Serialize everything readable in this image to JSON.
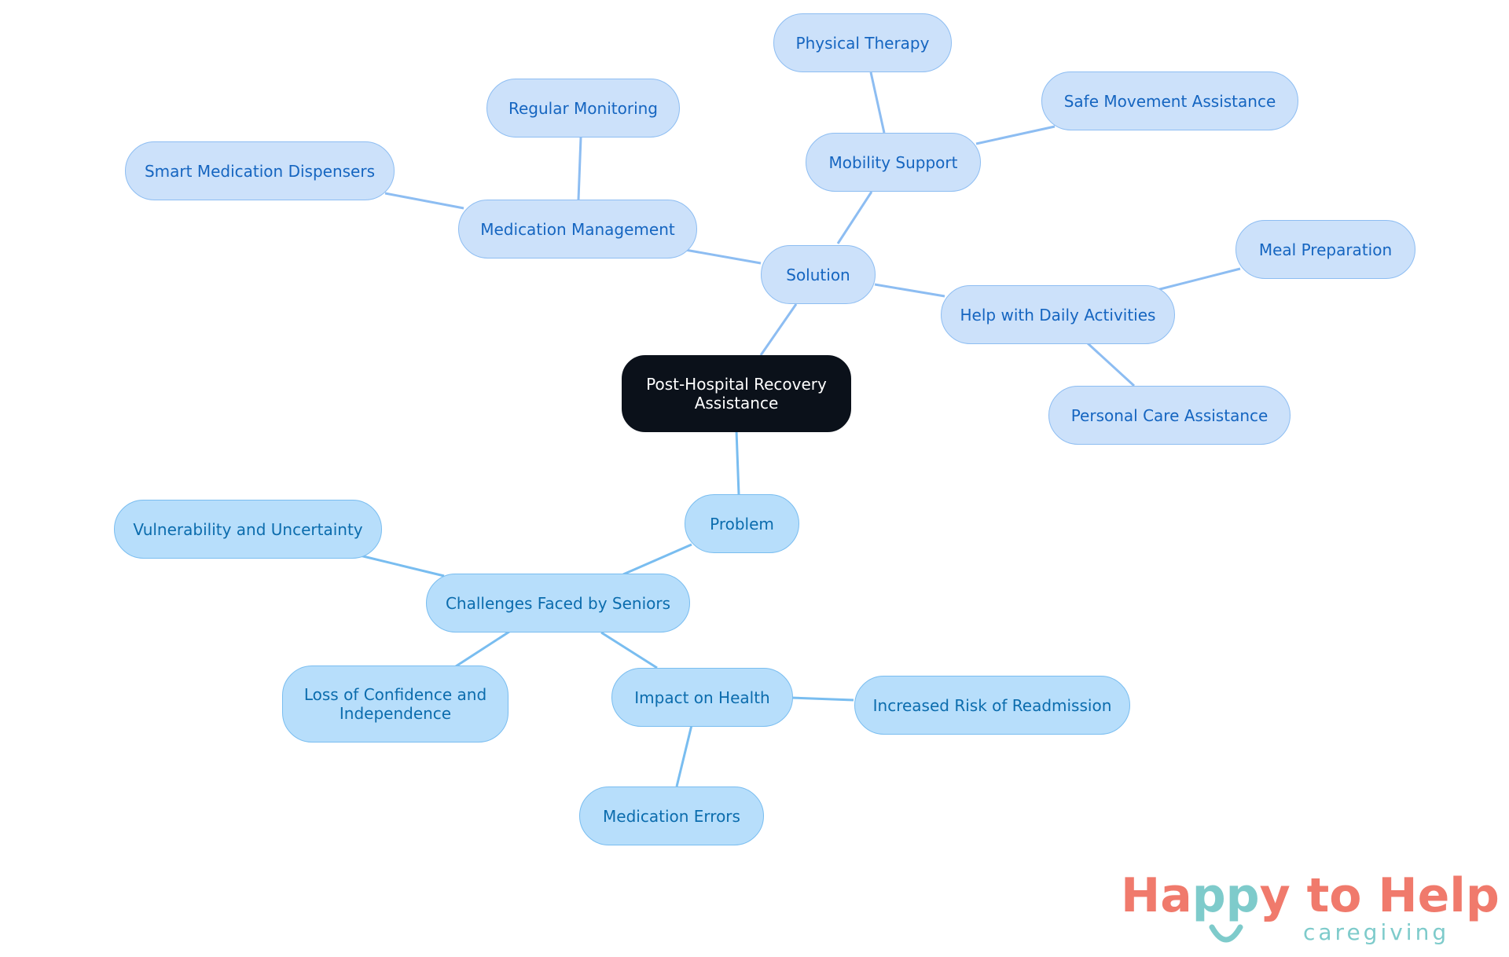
{
  "diagram": {
    "root": "Post-Hospital Recovery Assistance",
    "solution": {
      "label": "Solution",
      "medication_management": {
        "label": "Medication Management",
        "children": [
          "Regular Monitoring",
          "Smart Medication Dispensers"
        ]
      },
      "mobility_support": {
        "label": "Mobility Support",
        "children": [
          "Physical Therapy",
          "Safe Movement Assistance"
        ]
      },
      "daily_activities": {
        "label": "Help with Daily Activities",
        "children": [
          "Meal Preparation",
          "Personal Care Assistance"
        ]
      }
    },
    "problem": {
      "label": "Problem",
      "challenges": {
        "label": "Challenges Faced by Seniors",
        "children": [
          "Vulnerability and Uncertainty",
          "Loss of Confidence and Independence"
        ],
        "impact": {
          "label": "Impact on Health",
          "children": [
            "Increased Risk of Readmission",
            "Medication Errors"
          ]
        }
      }
    }
  },
  "logo": {
    "title_part1": "Ha",
    "title_part2": "pp",
    "title_part3": "y to Help",
    "subtitle": "caregiving"
  },
  "colors": {
    "solution_fill": "#cce1fa",
    "solution_stroke": "#8dbdf2",
    "solution_text": "#1565c0",
    "problem_fill": "#b7defb",
    "problem_stroke": "#79bdf0",
    "problem_text": "#0b6cad",
    "root_fill": "#0b111a",
    "logo_coral": "#f07a6c",
    "logo_teal": "#7ecbcb"
  }
}
